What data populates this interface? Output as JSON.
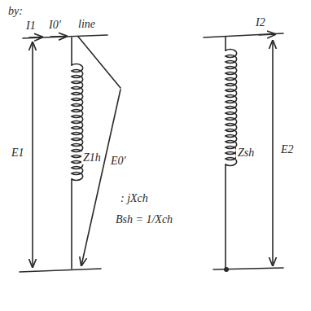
{
  "diagram": {
    "labels": [
      "by:",
      "I1",
      "I0'",
      "line",
      "E1",
      "Z1h",
      "E0'",
      ": jXch",
      "Bsh = 1/Xch",
      "I2",
      "Zsh",
      "E2"
    ]
  }
}
